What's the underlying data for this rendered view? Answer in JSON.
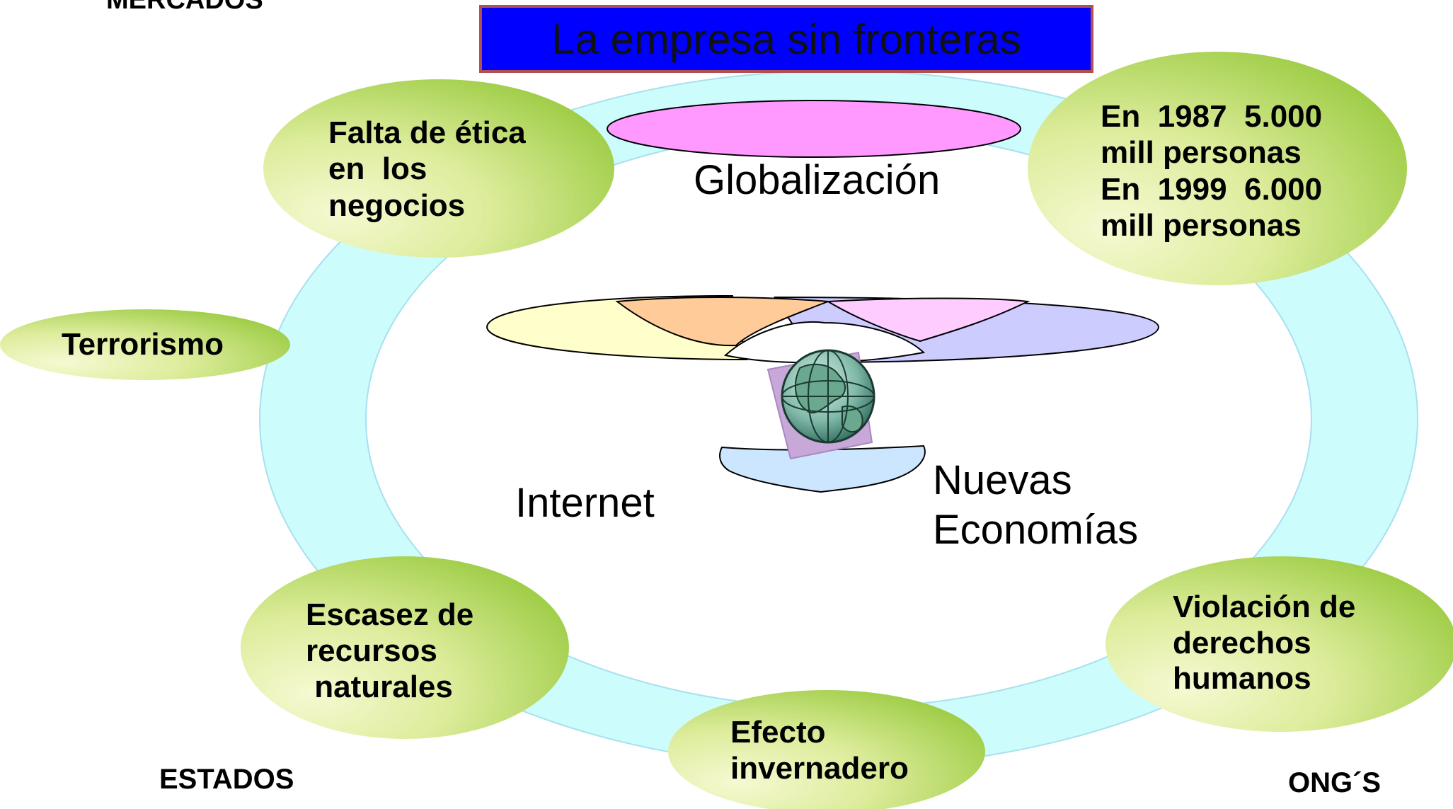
{
  "title": "La empresa sin fronteras",
  "corners": {
    "top_left": "MERCADOS",
    "bottom_left": "ESTADOS",
    "bottom_right": "ONG´S"
  },
  "center": {
    "globalizacion": "Globalización",
    "internet": "Internet",
    "nuevas_economias": "Nuevas\nEconomías"
  },
  "bubbles": {
    "etica": "Falta de ética\nen  los\nnegocios",
    "poblacion": "En  1987  5.000\nmill personas\nEn  1999  6.000\nmill personas",
    "terrorismo": "Terrorismo",
    "escasez": "Escasez de\nrecursos\n naturales",
    "efecto": "Efecto\ninvernadero",
    "violacion": "Violación de\nderechos\nhumanos"
  },
  "colors": {
    "ring": "#ccfcfc",
    "ring_edge": "#a8e0f0",
    "title_fill": "#0000ff",
    "title_border": "#b05050",
    "bubble_dark": "#99cc33",
    "bubble_light": "#f4f8cc",
    "petal_pink": "#ff99ff",
    "petal_yellow": "#ffffcc",
    "petal_orange": "#ffcc99",
    "petal_lilac": "#ccccff",
    "petal_blue": "#cce6ff"
  }
}
